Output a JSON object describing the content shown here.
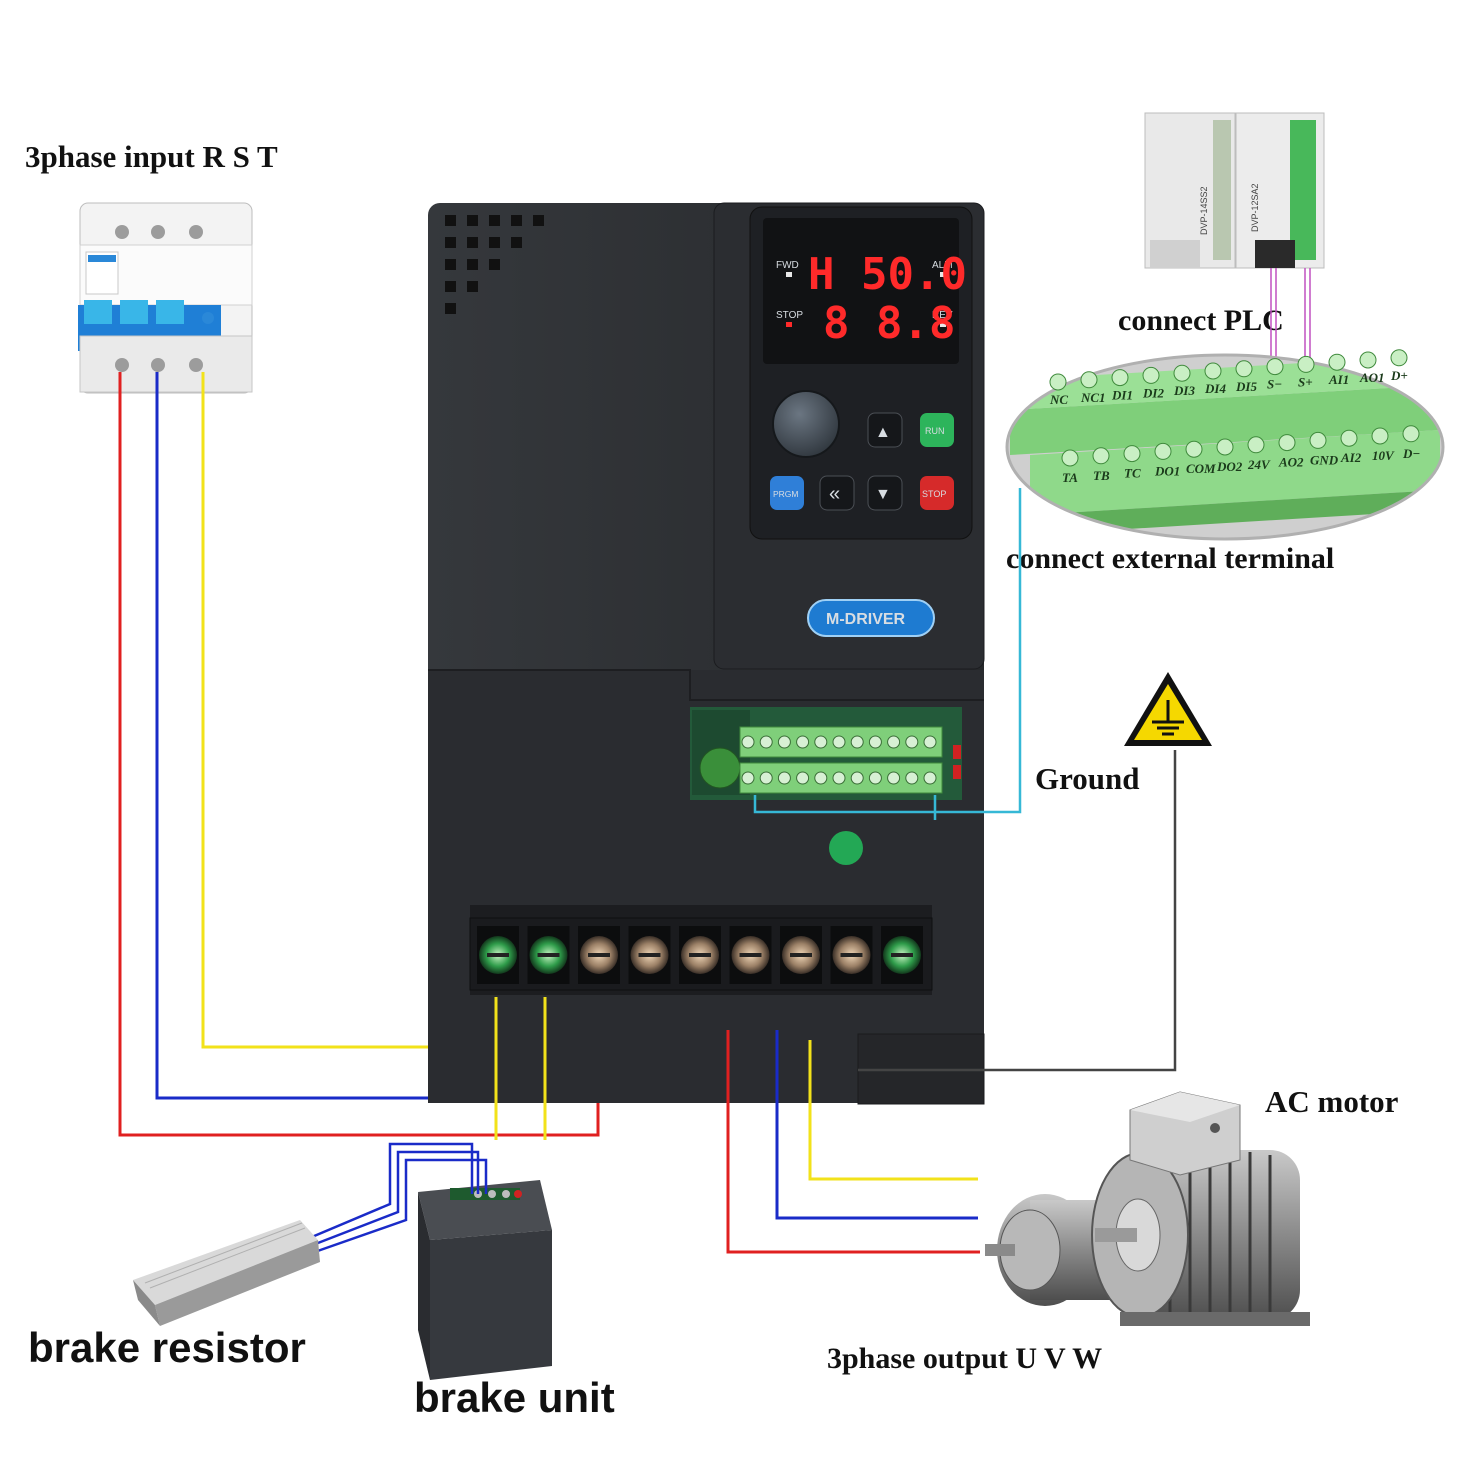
{
  "labels": {
    "input": "3phase input R S T",
    "plc": "connect PLC",
    "external": "connect external terminal",
    "ground": "Ground",
    "motor": "AC motor",
    "output": "3phase output U V W",
    "resistor": "brake resistor",
    "brake_unit": "brake unit"
  },
  "display": {
    "line1": "H 50.0",
    "line2": "8 8.8",
    "fwd": "FWD",
    "alm": "ALM",
    "stop": "STOP",
    "rev": "REV"
  },
  "keypad": {
    "run": "RUN",
    "prgm": "PRGM",
    "stop": "STOP",
    "up": "▲",
    "down": "▼",
    "shift": "«"
  },
  "brand": "M-DRIVER",
  "terminals": {
    "top_row": [
      "NC",
      "NC1",
      "DI1",
      "DI2",
      "DI3",
      "DI4",
      "DI5",
      "S−",
      "S+",
      "AI1",
      "AO1",
      "D+"
    ],
    "bottom_row": [
      "TA",
      "TB",
      "TC",
      "DO1",
      "COM",
      "DO2",
      "24V",
      "AO2",
      "GND",
      "AI2",
      "10V",
      "D−"
    ]
  },
  "plc_units": [
    "DVP-14SS2",
    "DVP-12SA2"
  ],
  "colors": {
    "phase_r": "#e02020",
    "phase_s": "#1a2bc8",
    "phase_t": "#f2e21a",
    "signal": "#36b8d6",
    "ground": "#444444",
    "plc_wire": "#c050c0",
    "housing": "#2e3034",
    "led": "#ff2a2a",
    "terminal_green": "#8fd98a"
  },
  "icons": {
    "breaker": "circuit-breaker-icon",
    "ground": "ground-warning-icon",
    "motor": "motor-icon"
  }
}
